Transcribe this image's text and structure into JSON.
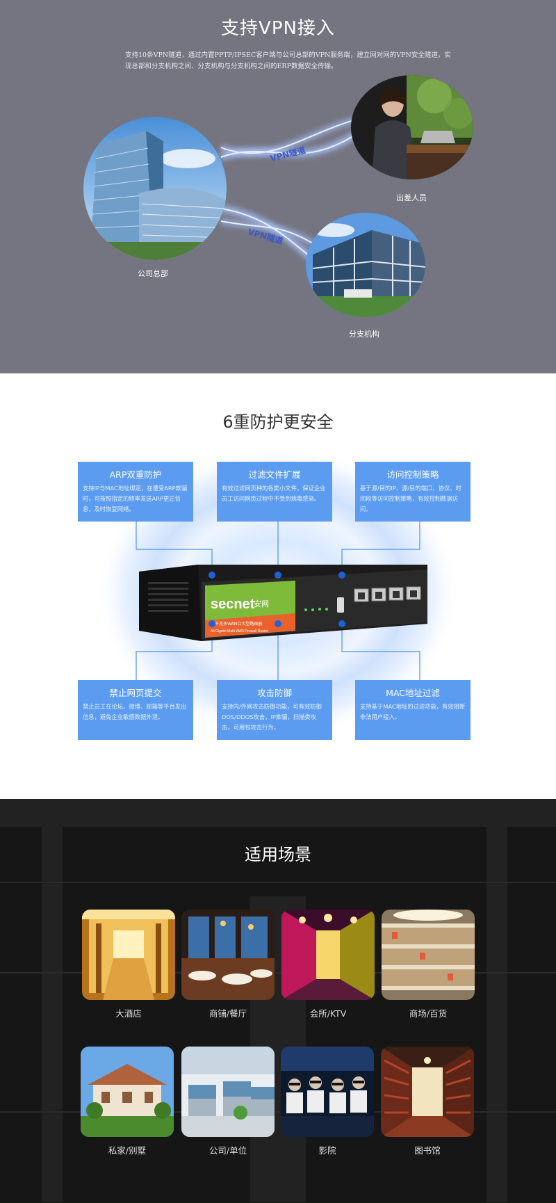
{
  "vpn": {
    "title": "支持VPN接入",
    "description": "支持10条VPN隧道，通过内置PPTP/IPSEC客户端与公司总部的VPN服务端，建立网对网的VPN安全隧道，实现总部和分支机构之间、分支机构与分支机构之间的ERP数据安全传输。",
    "tunnel_label_1": "VPN隧道",
    "tunnel_label_2": "VPN隧道",
    "hq_label": "公司总部",
    "travel_label": "出差人员",
    "branch_label": "分支机构"
  },
  "protection": {
    "title": "6重防护更安全",
    "boxes": [
      {
        "title": "ARP双重防护",
        "text": "支持IP与MAC地址绑定，在遭受ARP欺骗时，可按照指定的频率发送ARP更正信息，及时恢复网络。"
      },
      {
        "title": "过滤文件扩展",
        "text": "有效过滤网页种的各类小文件，保证企业员工访问网页过程中不受到病毒感染。"
      },
      {
        "title": "访问控制策略",
        "text": "基于源/目的IP、源/目的端口、协议、时间段等访问控制策略，有效控制数据访问。"
      },
      {
        "title": "禁止网页提交",
        "text": "禁止员工在论坛、微博、邮箱等平台发出信息，避免企业敏感数据外泄。"
      },
      {
        "title": "攻击防御",
        "text": "支持内/外网攻击防御功能，可有效防御DOS/DDOS攻击，IP欺骗，扫描类攻击，可用包攻击行为。"
      },
      {
        "title": "MAC地址过滤",
        "text": "支持基于MAC地址的过滤功能，有效阻断非法用户接入。"
      }
    ],
    "device": {
      "brand": "secnet",
      "brand_cn": "安网",
      "model_cn": "全千兆多WAN口大型路由器",
      "model_en": "All Gigabit Multi-WAN Firewall Router"
    }
  },
  "scenes": {
    "title": "适用场景",
    "items": [
      {
        "label": "大酒店"
      },
      {
        "label": "商铺/餐厅"
      },
      {
        "label": "会所/KTV"
      },
      {
        "label": "商场/百货"
      },
      {
        "label": "私家/别墅"
      },
      {
        "label": "公司/单位"
      },
      {
        "label": "影院"
      },
      {
        "label": "图书馆"
      }
    ]
  }
}
